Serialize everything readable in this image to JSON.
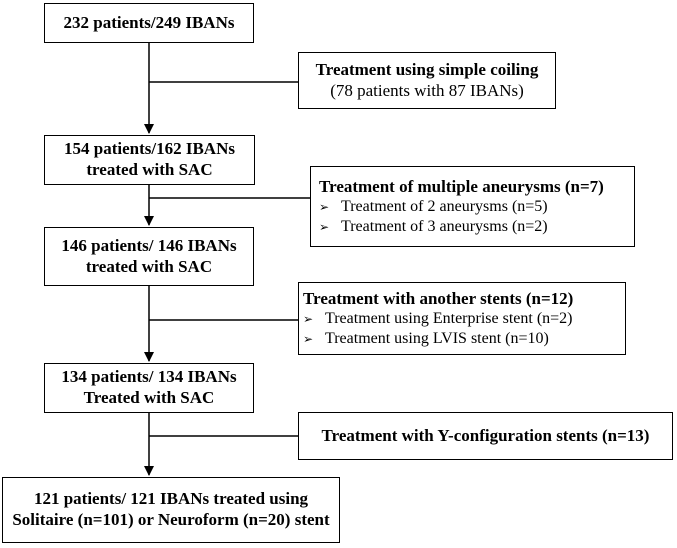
{
  "main_boxes": [
    {
      "lines": [
        "232 patients/249 IBANs"
      ]
    },
    {
      "lines": [
        "154 patients/162 IBANs",
        "treated with SAC"
      ]
    },
    {
      "lines": [
        "146 patients/ 146 IBANs",
        "treated with SAC"
      ]
    },
    {
      "lines": [
        "134 patients/ 134 IBANs",
        "Treated with SAC"
      ]
    },
    {
      "lines": [
        "121 patients/ 121 IBANs treated using",
        "Solitaire (n=101) or Neuroform (n=20) stent"
      ]
    }
  ],
  "exclusions": [
    {
      "title": "Treatment using simple coiling",
      "note": "(78 patients with 87 IBANs)",
      "items": []
    },
    {
      "title": "Treatment of multiple aneurysms (n=7)",
      "note": "",
      "items": [
        "Treatment of  2 aneurysms (n=5)",
        "Treatment of 3 aneurysms (n=2)"
      ]
    },
    {
      "title": "Treatment with another stents (n=12)",
      "note": "",
      "items": [
        "Treatment using Enterprise stent (n=2)",
        "Treatment using LVIS stent (n=10)"
      ]
    },
    {
      "title": "Treatment with Y-configuration stents (n=13)",
      "note": "",
      "items": []
    }
  ],
  "bullet_glyph": "➢"
}
